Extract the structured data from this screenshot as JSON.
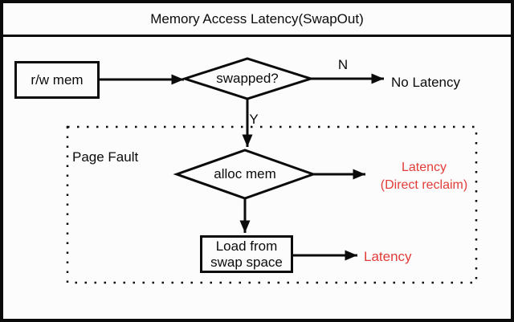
{
  "title": "Memory Access Latency(SwapOut)",
  "colors": {
    "line": "#0b0b0b",
    "red": "#e23c38",
    "bg": "#fcfcfc"
  },
  "nodes": {
    "rw_mem": {
      "label": "r/w mem"
    },
    "swapped": {
      "label": "swapped?"
    },
    "alloc_mem": {
      "label": "alloc mem"
    },
    "load_swap": {
      "line1": "Load from",
      "line2": "swap space"
    }
  },
  "labels": {
    "no_latency": "No Latency",
    "page_fault": "Page Fault",
    "latency_direct_line1": "Latency",
    "latency_direct_line2": "(Direct reclaim)",
    "latency_swap": "Latency",
    "edge_n": "N",
    "edge_y": "Y"
  }
}
